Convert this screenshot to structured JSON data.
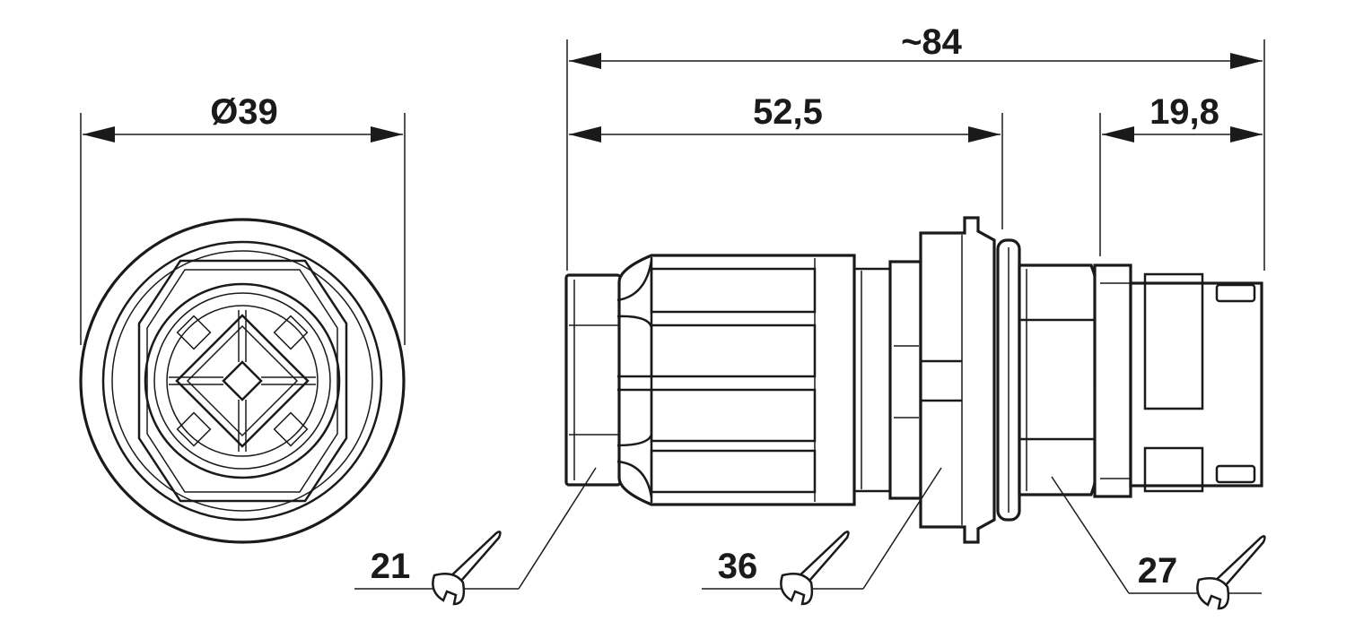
{
  "front_view": {
    "diameter_label": "Ø39"
  },
  "side_view": {
    "length_total_label": "~84",
    "length_body_label": "52,5",
    "length_rear_label": "19,8"
  },
  "wrench_sizes": [
    {
      "label": "21"
    },
    {
      "label": "36"
    },
    {
      "label": "27"
    }
  ],
  "colors": {
    "line": "#1a1a1a",
    "background": "#ffffff"
  }
}
